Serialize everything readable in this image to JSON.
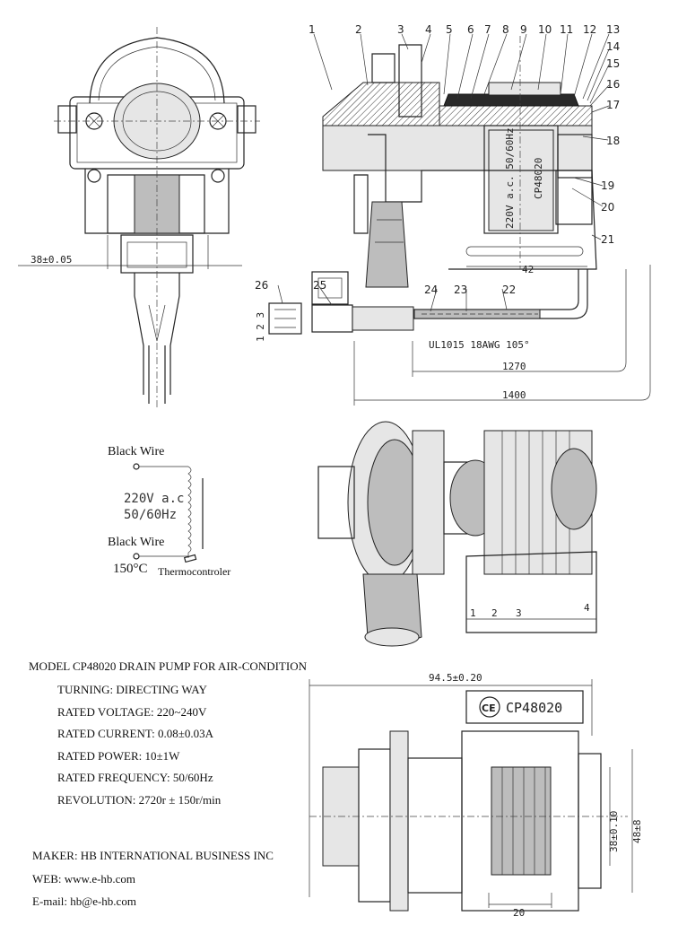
{
  "part_numbers": [
    "1",
    "2",
    "3",
    "4",
    "5",
    "6",
    "7",
    "8",
    "9",
    "10",
    "11",
    "12",
    "13",
    "14",
    "15",
    "16",
    "17",
    "18",
    "19",
    "20",
    "21",
    "22",
    "23",
    "24",
    "25",
    "26"
  ],
  "front_view": {
    "width_dim": "38±0.05"
  },
  "side_view": {
    "motor_label": [
      "220V a.c. 50/60Hz",
      "CP48020"
    ],
    "dim_42": "42",
    "cable_label": "UL1015 18AWG 105°",
    "dim_1270": "1270",
    "dim_1400": "1400",
    "connector_pins": "1 2 3"
  },
  "wiring": {
    "wire_top": "Black Wire",
    "wire_bottom": "Black Wire",
    "voltage": "220V a.c",
    "frequency": "50/60Hz",
    "thermo_temp": "150°C",
    "thermo_label": "Thermocontroler"
  },
  "photo_pins": [
    "1",
    "2",
    "3",
    "4"
  ],
  "specs": {
    "model": "MODEL CP48020 DRAIN PUMP FOR AIR-CONDITION",
    "lines": [
      "TURNING: DIRECTING WAY",
      "RATED VOLTAGE: 220~240V",
      "RATED CURRENT: 0.08±0.03A",
      "RATED POWER: 10±1W",
      "RATED FREQUENCY: 50/60Hz",
      "REVOLUTION: 2720r ± 150r/min"
    ]
  },
  "maker": {
    "name": "MAKER: HB INTERNATIONAL BUSINESS INC",
    "web": "WEB: www.e-hb.com",
    "email": "E-mail: hb@e-hb.com"
  },
  "bottom_view": {
    "dim_width": "94.5±0.20",
    "label_mark": "CE",
    "label_model": "CP48020",
    "dim_38": "38±0.10",
    "dim_48": "48±8",
    "dim_20": "20"
  }
}
